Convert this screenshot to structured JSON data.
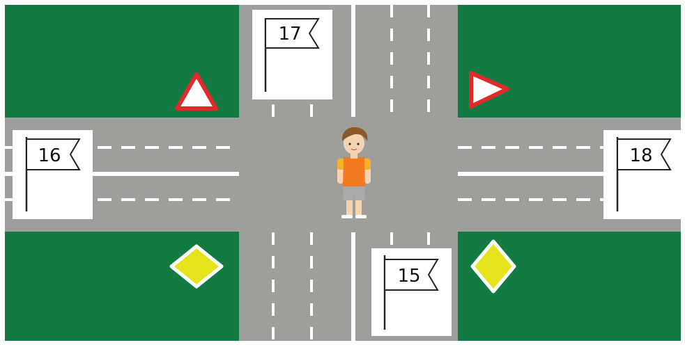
{
  "flags": [
    {
      "id": "flag-17",
      "number": "17"
    },
    {
      "id": "flag-16",
      "number": "16"
    },
    {
      "id": "flag-18",
      "number": "18"
    },
    {
      "id": "flag-15",
      "number": "15"
    }
  ],
  "colors": {
    "grass": "#147a43",
    "road": "#9e9e9b",
    "marking": "#ffffff",
    "sign_border": "#e32a2a",
    "sign_main_road": "#e5e31c",
    "shirt": "#f47a20",
    "hair": "#8b5a2b"
  },
  "signs": [
    {
      "name": "yield-sign",
      "type": "give-way"
    },
    {
      "name": "yield-sign-rotated",
      "type": "give-way"
    },
    {
      "name": "priority-road-sign",
      "type": "main-road"
    },
    {
      "name": "priority-road-sign",
      "type": "main-road"
    }
  ]
}
